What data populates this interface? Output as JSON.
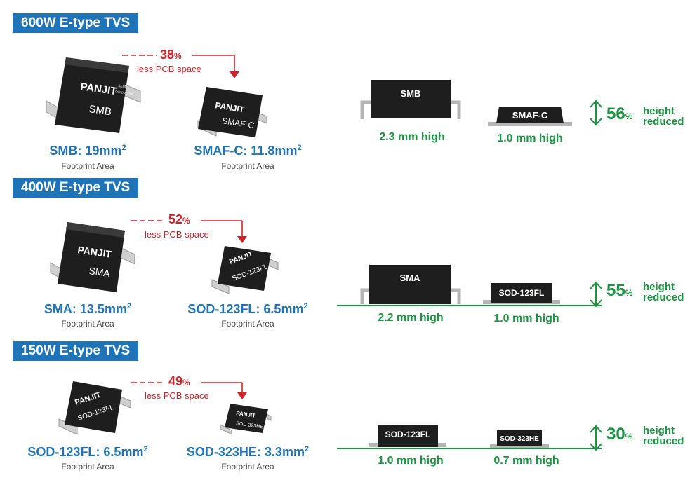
{
  "sections": [
    {
      "title": "600W E-type TVS",
      "reduction_pct": "38",
      "pct_sign": "%",
      "less_text": "less PCB space",
      "big_pkg": {
        "body": "SMB",
        "label": "SMB: 19mm",
        "sup": "2",
        "footprint": "Footprint Area"
      },
      "small_pkg": {
        "body": "SMAF-C",
        "label": "SMAF-C: 11.8mm",
        "sup": "2",
        "footprint": "Footprint Area"
      },
      "side_big": {
        "name": "SMB",
        "height": "2.3 mm high"
      },
      "side_small": {
        "name": "SMAF-C",
        "height": "1.0 mm high"
      },
      "height_reduced": {
        "pct": "56",
        "sign": "%",
        "line1": "height",
        "line2": "reduced"
      }
    },
    {
      "title": "400W E-type TVS",
      "reduction_pct": "52",
      "pct_sign": "%",
      "less_text": "less PCB space",
      "big_pkg": {
        "body": "SMA",
        "label": "SMA: 13.5mm",
        "sup": "2",
        "footprint": "Footprint Area"
      },
      "small_pkg": {
        "body": "SOD-123FL",
        "label": "SOD-123FL: 6.5mm",
        "sup": "2",
        "footprint": "Footprint Area"
      },
      "side_big": {
        "name": "SMA",
        "height": "2.2 mm high"
      },
      "side_small": {
        "name": "SOD-123FL",
        "height": "1.0 mm high"
      },
      "height_reduced": {
        "pct": "55",
        "sign": "%",
        "line1": "height",
        "line2": "reduced"
      }
    },
    {
      "title": "150W E-type TVS",
      "reduction_pct": "49",
      "pct_sign": "%",
      "less_text": "less PCB space",
      "big_pkg": {
        "body": "SOD-123FL",
        "label": "SOD-123FL: 6.5mm",
        "sup": "2",
        "footprint": "Footprint Area"
      },
      "small_pkg": {
        "body": "SOD-323HE",
        "label": "SOD-323HE: 3.3mm",
        "sup": "2",
        "footprint": "Footprint Area"
      },
      "side_big": {
        "name": "SOD-123FL",
        "height": "1.0 mm high"
      },
      "side_small": {
        "name": "SOD-323HE",
        "height": "0.7 mm high"
      },
      "height_reduced": {
        "pct": "30",
        "sign": "%",
        "line1": "height",
        "line2": "reduced"
      }
    }
  ],
  "brand": {
    "logo": "PANJIT",
    "sub1": "SEMI",
    "sub2": "CONDUCTOR"
  },
  "colors": {
    "banner": "#1f74b8",
    "label_blue": "#1f74b8",
    "accent_red": "#d2232a",
    "accent_green": "#1a9641",
    "chip_body": "#2a2a2a"
  }
}
